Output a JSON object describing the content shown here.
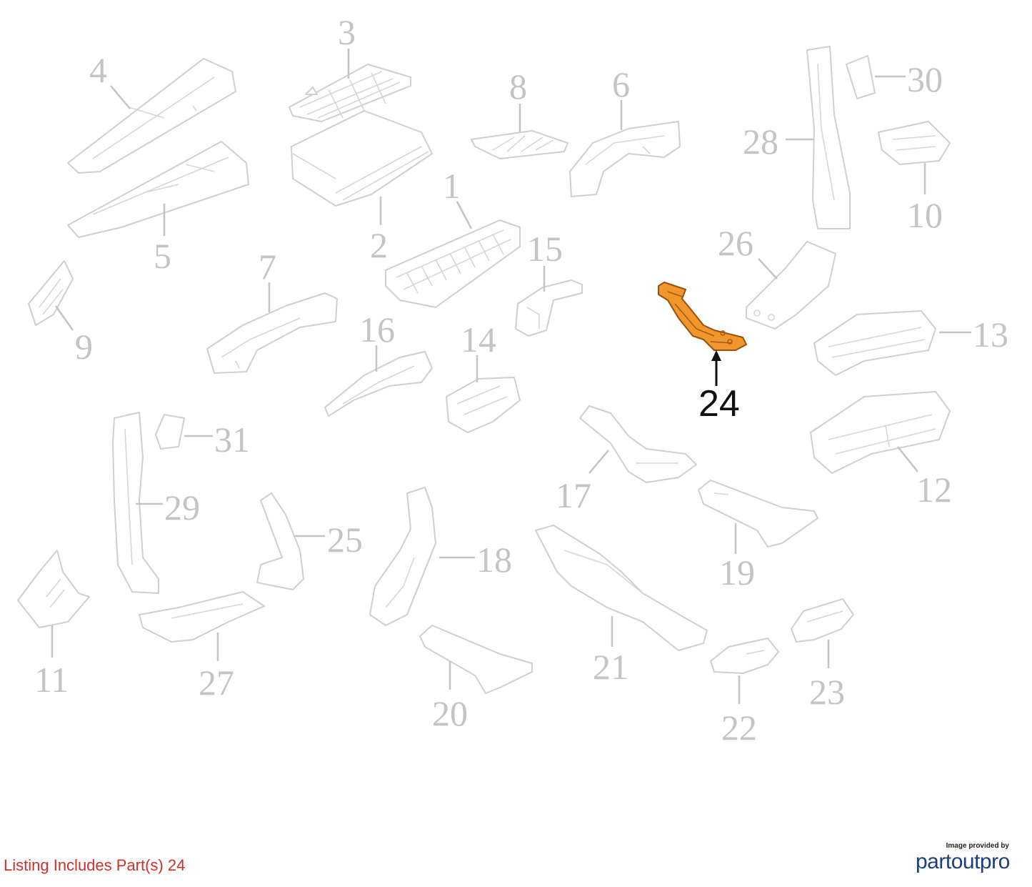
{
  "diagram": {
    "callouts": [
      {
        "id": "1",
        "label": "1"
      },
      {
        "id": "2",
        "label": "2"
      },
      {
        "id": "3",
        "label": "3"
      },
      {
        "id": "4",
        "label": "4"
      },
      {
        "id": "5",
        "label": "5"
      },
      {
        "id": "6",
        "label": "6"
      },
      {
        "id": "7",
        "label": "7"
      },
      {
        "id": "8",
        "label": "8"
      },
      {
        "id": "9",
        "label": "9"
      },
      {
        "id": "10",
        "label": "10"
      },
      {
        "id": "11",
        "label": "11"
      },
      {
        "id": "12",
        "label": "12"
      },
      {
        "id": "13",
        "label": "13"
      },
      {
        "id": "14",
        "label": "14"
      },
      {
        "id": "15",
        "label": "15"
      },
      {
        "id": "16",
        "label": "16"
      },
      {
        "id": "17",
        "label": "17"
      },
      {
        "id": "18",
        "label": "18"
      },
      {
        "id": "19",
        "label": "19"
      },
      {
        "id": "20",
        "label": "20"
      },
      {
        "id": "21",
        "label": "21"
      },
      {
        "id": "22",
        "label": "22"
      },
      {
        "id": "23",
        "label": "23"
      },
      {
        "id": "24",
        "label": "24",
        "highlighted": true
      },
      {
        "id": "25",
        "label": "25"
      },
      {
        "id": "26",
        "label": "26"
      },
      {
        "id": "27",
        "label": "27"
      },
      {
        "id": "28",
        "label": "28"
      },
      {
        "id": "29",
        "label": "29"
      },
      {
        "id": "30",
        "label": "30"
      },
      {
        "id": "31",
        "label": "31"
      }
    ],
    "highlight_color": "#f0962d"
  },
  "footer": {
    "listing_text": "Listing Includes Part(s) 24",
    "listing_color": "#d0302b",
    "brand_caption": "Image provided by",
    "brand_name": "partoutpro",
    "brand_color": "#1f3f78"
  }
}
